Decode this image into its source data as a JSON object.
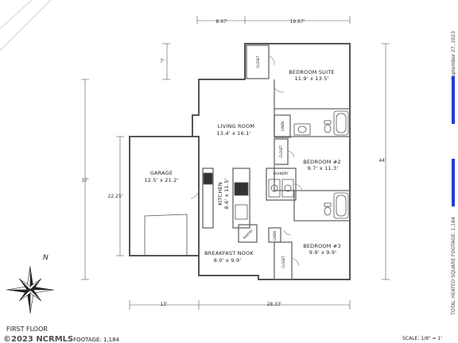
{
  "rooms": {
    "bedroom_suite": {
      "name": "BEDROOM SUITE",
      "size": "11.9' x 13.5'"
    },
    "living_room": {
      "name": "LIVING ROOM",
      "size": "13.4' x 16.1'"
    },
    "bedroom2": {
      "name": "BEDROOM #2",
      "size": "9.7' x 11.3'"
    },
    "garage": {
      "name": "GARAGE",
      "size": "12.5' x 21.2'"
    },
    "kitchen": {
      "name": "KITCHEN",
      "size": "8.6' x 11.5'"
    },
    "bedroom3": {
      "name": "BEDROOM #3",
      "size": "9.9' x 9.9'"
    },
    "breakfast_nook": {
      "name": "BREAKFAST NOOK",
      "size": "8.0' x 9.9'"
    }
  },
  "labels": {
    "closet": "CLOSET",
    "linen": "LINEN",
    "pantry": "PANTRY",
    "laundry": "LAUNDRY",
    "compass": "N"
  },
  "dimensions": {
    "top_left": "8.67'",
    "top_right": "19.67'",
    "offset": "7'",
    "left_overall": "37'",
    "garage_depth": "22.25'",
    "right_overall": "44'",
    "bottom_left": "13'",
    "bottom_right": "28.33'"
  },
  "footer": {
    "floor": "FIRST FLOOR",
    "watermark": "©2023 NCRMLS",
    "footage": "FOOTAGE: 1,184",
    "scale": "SCALE: 1/8\" = 1'"
  },
  "side": {
    "date": "September 27, 2023",
    "total": "TOTAL HEATED SQUARE FOOTAGE: 1,184"
  }
}
